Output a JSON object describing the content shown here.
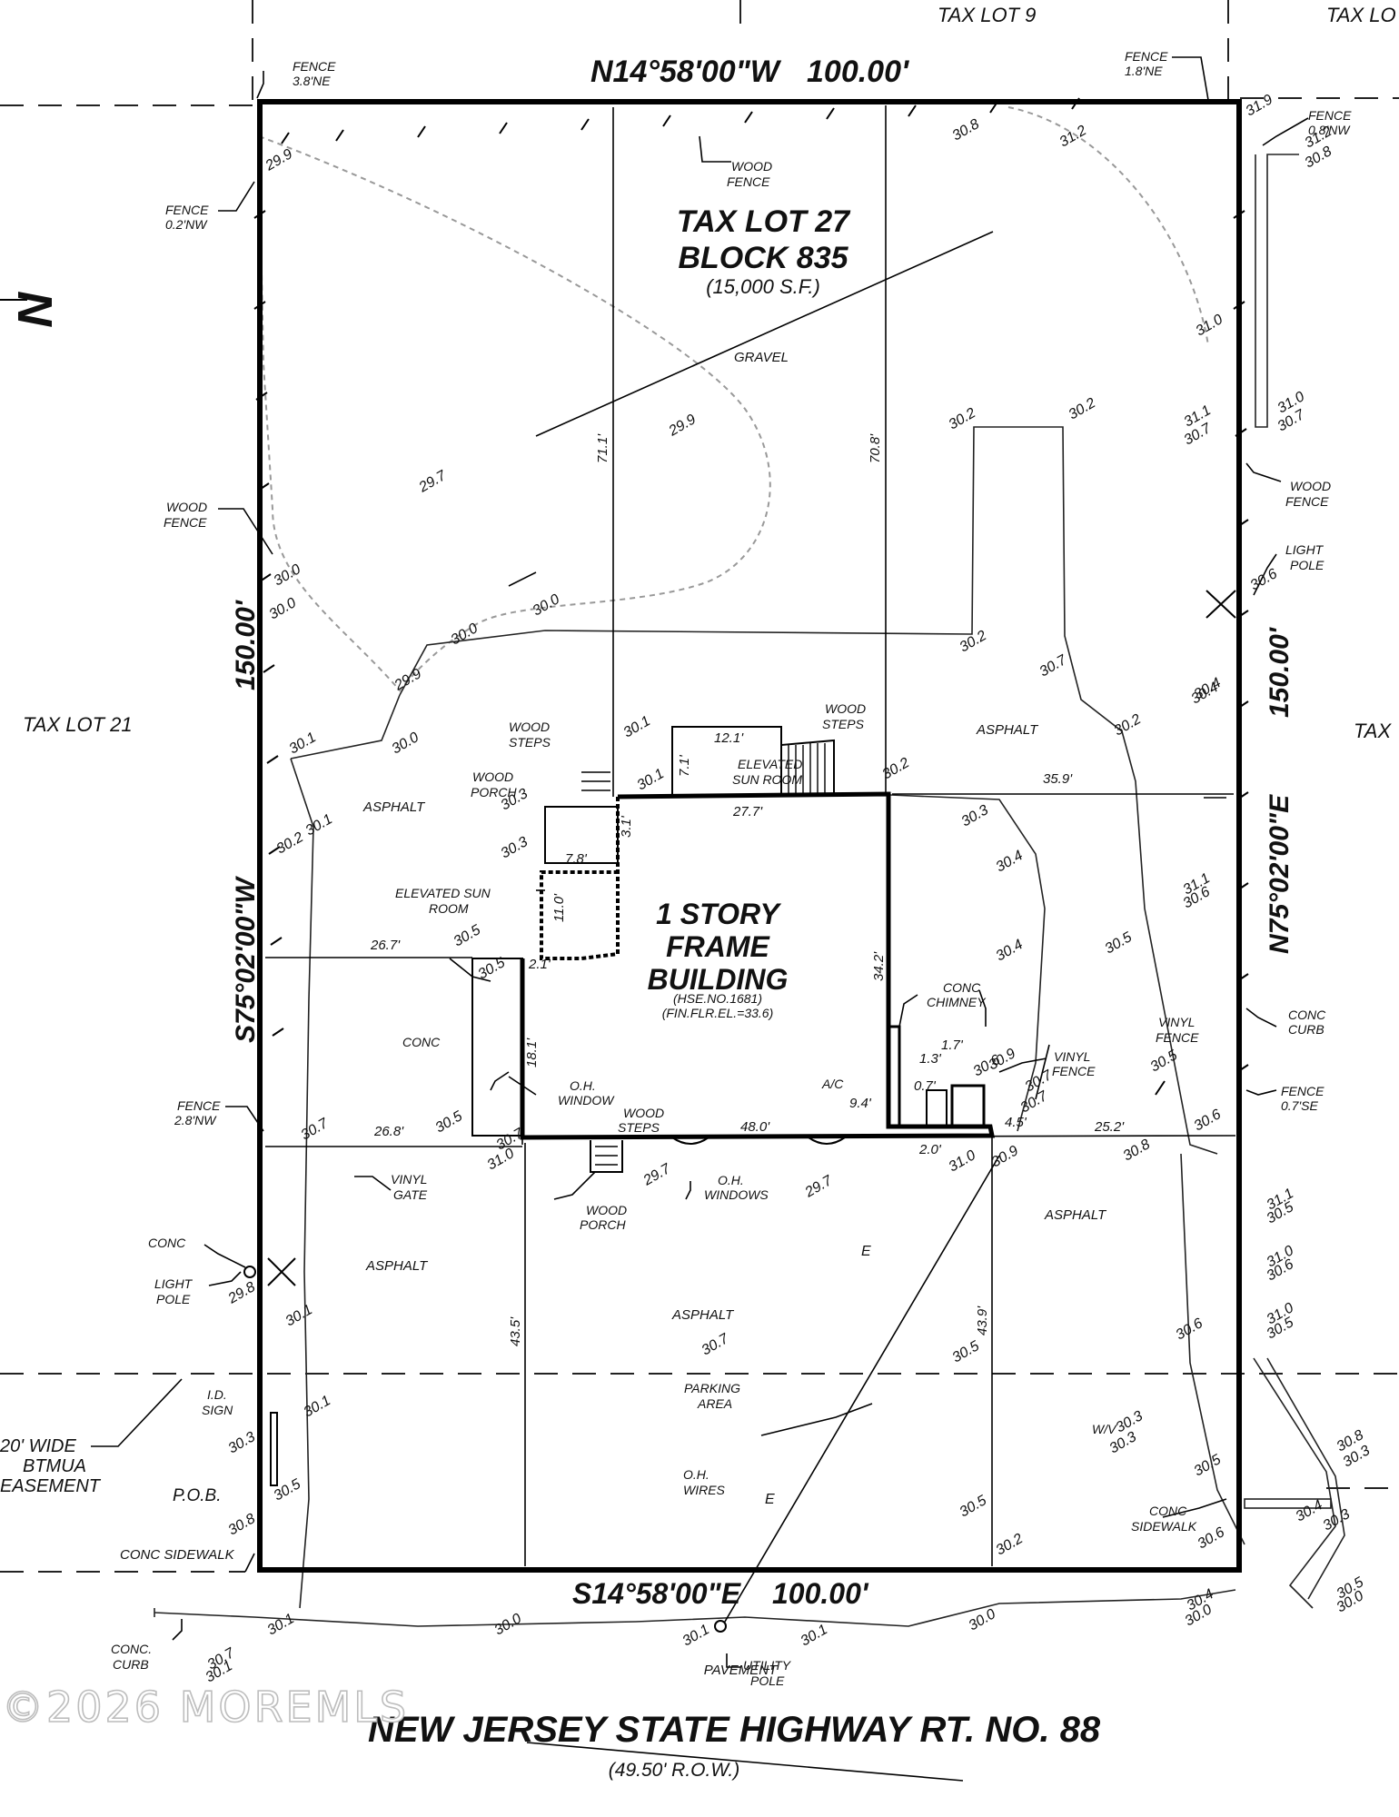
{
  "top_bearing": "N14°58'00\"W",
  "top_distance": "100.00'",
  "bottom_bearing": "S14°58'00\"E",
  "bottom_distance": "100.00'",
  "left_bearing": "S75°02'00\"W",
  "left_distance": "150.00'",
  "right_bearing": "N75°02'00\"E",
  "right_distance": "150.00'",
  "north_arrow": "N",
  "neighbors": {
    "top_a": "TAX LOT 9",
    "top_b": "TAX LO",
    "left": "TAX LOT 21",
    "right": "TAX"
  },
  "lot": {
    "line1": "TAX LOT 27",
    "line2": "BLOCK 835",
    "area": "(15,000 S.F.)"
  },
  "building": {
    "line1": "1 STORY",
    "line2": "FRAME",
    "line3": "BUILDING",
    "hse": "(HSE.NO.1681)",
    "ffe": "(FIN.FLR.EL.=33.6)"
  },
  "road": {
    "name": "NEW JERSEY STATE HIGHWAY RT. NO. 88",
    "row": "(49.50' R.O.W.)",
    "pavement": "PAVEMENT"
  },
  "watermark": "©2026 MOREMLS",
  "notes": {
    "fence_tl_1": "FENCE",
    "fence_tl_2": "3.8'NE",
    "fence_tr_1": "FENCE",
    "fence_tr_2": "1.8'NE",
    "fence_rt_1": "FENCE",
    "fence_rt_2": "0.8'NW",
    "fence_l_1": "FENCE",
    "fence_l_2": "0.2'NW",
    "wood_fence_top_1": "WOOD",
    "wood_fence_top_2": "FENCE",
    "gravel": "GRAVEL",
    "wood_fence_l_1": "WOOD",
    "wood_fence_l_2": "FENCE",
    "wood_fence_r_1": "WOOD",
    "wood_fence_r_2": "FENCE",
    "light_pole_r_1": "LIGHT",
    "light_pole_r_2": "POLE",
    "wood_steps_1": "WOOD",
    "wood_steps_2": "STEPS",
    "wood_steps_r_1": "WOOD",
    "wood_steps_r_2": "STEPS",
    "wood_porch_1": "WOOD",
    "wood_porch_2": "PORCH",
    "elev_sun_1": "ELEVATED",
    "elev_sun_2": "SUN ROOM",
    "elev_sun_l_1": "ELEVATED SUN",
    "elev_sun_l_2": "ROOM",
    "asphalt_l": "ASPHALT",
    "asphalt_r": "ASPHALT",
    "asphalt_bl": "ASPHALT",
    "asphalt_bc": "ASPHALT",
    "asphalt_br": "ASPHALT",
    "conc": "CONC",
    "conc_chimney_1": "CONC",
    "conc_chimney_2": "CHIMNEY",
    "vinyl_fence_1": "VINYL",
    "vinyl_fence_2": "FENCE",
    "vinyl_fence_r_1": "VINYL",
    "vinyl_fence_r_2": "FENCE",
    "conc_curb_1": "CONC",
    "conc_curb_2": "CURB",
    "fence_se_1": "FENCE",
    "fence_se_2": "0.7'SE",
    "fence_nw_1": "FENCE",
    "fence_nw_2": "2.8'NW",
    "ac": "A/C",
    "oh_window_1": "O.H.",
    "oh_window_2": "WINDOW",
    "wood_steps_b_1": "WOOD",
    "wood_steps_b_2": "STEPS",
    "vinyl_gate_1": "VINYL",
    "vinyl_gate_2": "GATE",
    "wood_porch_b_1": "WOOD",
    "wood_porch_b_2": "PORCH",
    "oh_windows_1": "O.H.",
    "oh_windows_2": "WINDOWS",
    "conc_lp": "CONC",
    "light_pole_l_1": "LIGHT",
    "light_pole_l_2": "POLE",
    "parking_1": "PARKING",
    "parking_2": "AREA",
    "id_sign_1": "I.D.",
    "id_sign_2": "SIGN",
    "easement_1": "20' WIDE",
    "easement_2": "BTMUA",
    "easement_3": "EASEMENT",
    "pob": "P.O.B.",
    "conc_sidewalk_l": "CONC SIDEWALK",
    "oh_wires_1": "O.H.",
    "oh_wires_2": "WIRES",
    "wv": "W/V",
    "conc_sidewalk_r_1": "CONC",
    "conc_sidewalk_r_2": "SIDEWALK",
    "utility_pole_1": "UTILITY",
    "utility_pole_2": "POLE",
    "conc_curb_bl_1": "CONC.",
    "conc_curb_bl_2": "CURB",
    "e1": "E",
    "e2": "E"
  },
  "dimensions": {
    "d71_1": "71.1'",
    "d70_8": "70.8'",
    "d12_1": "12.1'",
    "d7_1": "7.1'",
    "d27_7": "27.7'",
    "d35_9": "35.9'",
    "d7_8": "7.8'",
    "d11_0": "11.0'",
    "d3_1": "3.1'",
    "d26_7": "26.7'",
    "d2_1": "2.1'",
    "d34_2": "34.2'",
    "d18_1": "18.1'",
    "d1_3": "1.3'",
    "d1_7": "1.7'",
    "d0_7": "0.7'",
    "d9_4": "9.4'",
    "d4_5": "4.5'",
    "d26_8": "26.8'",
    "d48_0": "48.0'",
    "d2_0": "2.0'",
    "d25_2": "25.2'",
    "d43_5": "43.5'",
    "d43_9": "43.9'"
  },
  "elevations": [
    "29.9",
    "29.7",
    "29.9",
    "30.8",
    "31.2",
    "31.9",
    "31.2",
    "30.8",
    "31.0",
    "30.2",
    "30.2",
    "31.1",
    "30.7",
    "31.0",
    "30.7",
    "30.6",
    "30.0",
    "30.0",
    "30.0",
    "30.0",
    "29.9",
    "30.2",
    "30.1",
    "30.0",
    "30.1",
    "30.2",
    "30.3",
    "30.3",
    "30.5",
    "30.5",
    "30.1",
    "30.1",
    "30.2",
    "30.3",
    "30.4",
    "30.4",
    "30.5",
    "30.2",
    "30.7",
    "30.4",
    "31.1",
    "30.6",
    "30.4",
    "30.7",
    "30.5",
    "30.9",
    "30.6",
    "30.7",
    "30.5",
    "31.0",
    "30.9",
    "30.8",
    "29.7",
    "29.7",
    "30.7",
    "31.1",
    "30.5",
    "31.0",
    "30.6",
    "31.0",
    "30.5",
    "29.8",
    "30.1",
    "30.7",
    "30.6",
    "30.5",
    "30.3",
    "30.1",
    "30.3",
    "30.5",
    "30.8",
    "30.2",
    "30.5",
    "30.8",
    "30.3",
    "30.4",
    "30.3",
    "30.6",
    "30.5",
    "30.0",
    "30.4",
    "30.0",
    "30.1",
    "30.0",
    "30.1",
    "30.1",
    "30.0",
    "30.7",
    "30.1",
    "31.0",
    "30.7",
    "30.6",
    "30.3",
    "30.5"
  ]
}
